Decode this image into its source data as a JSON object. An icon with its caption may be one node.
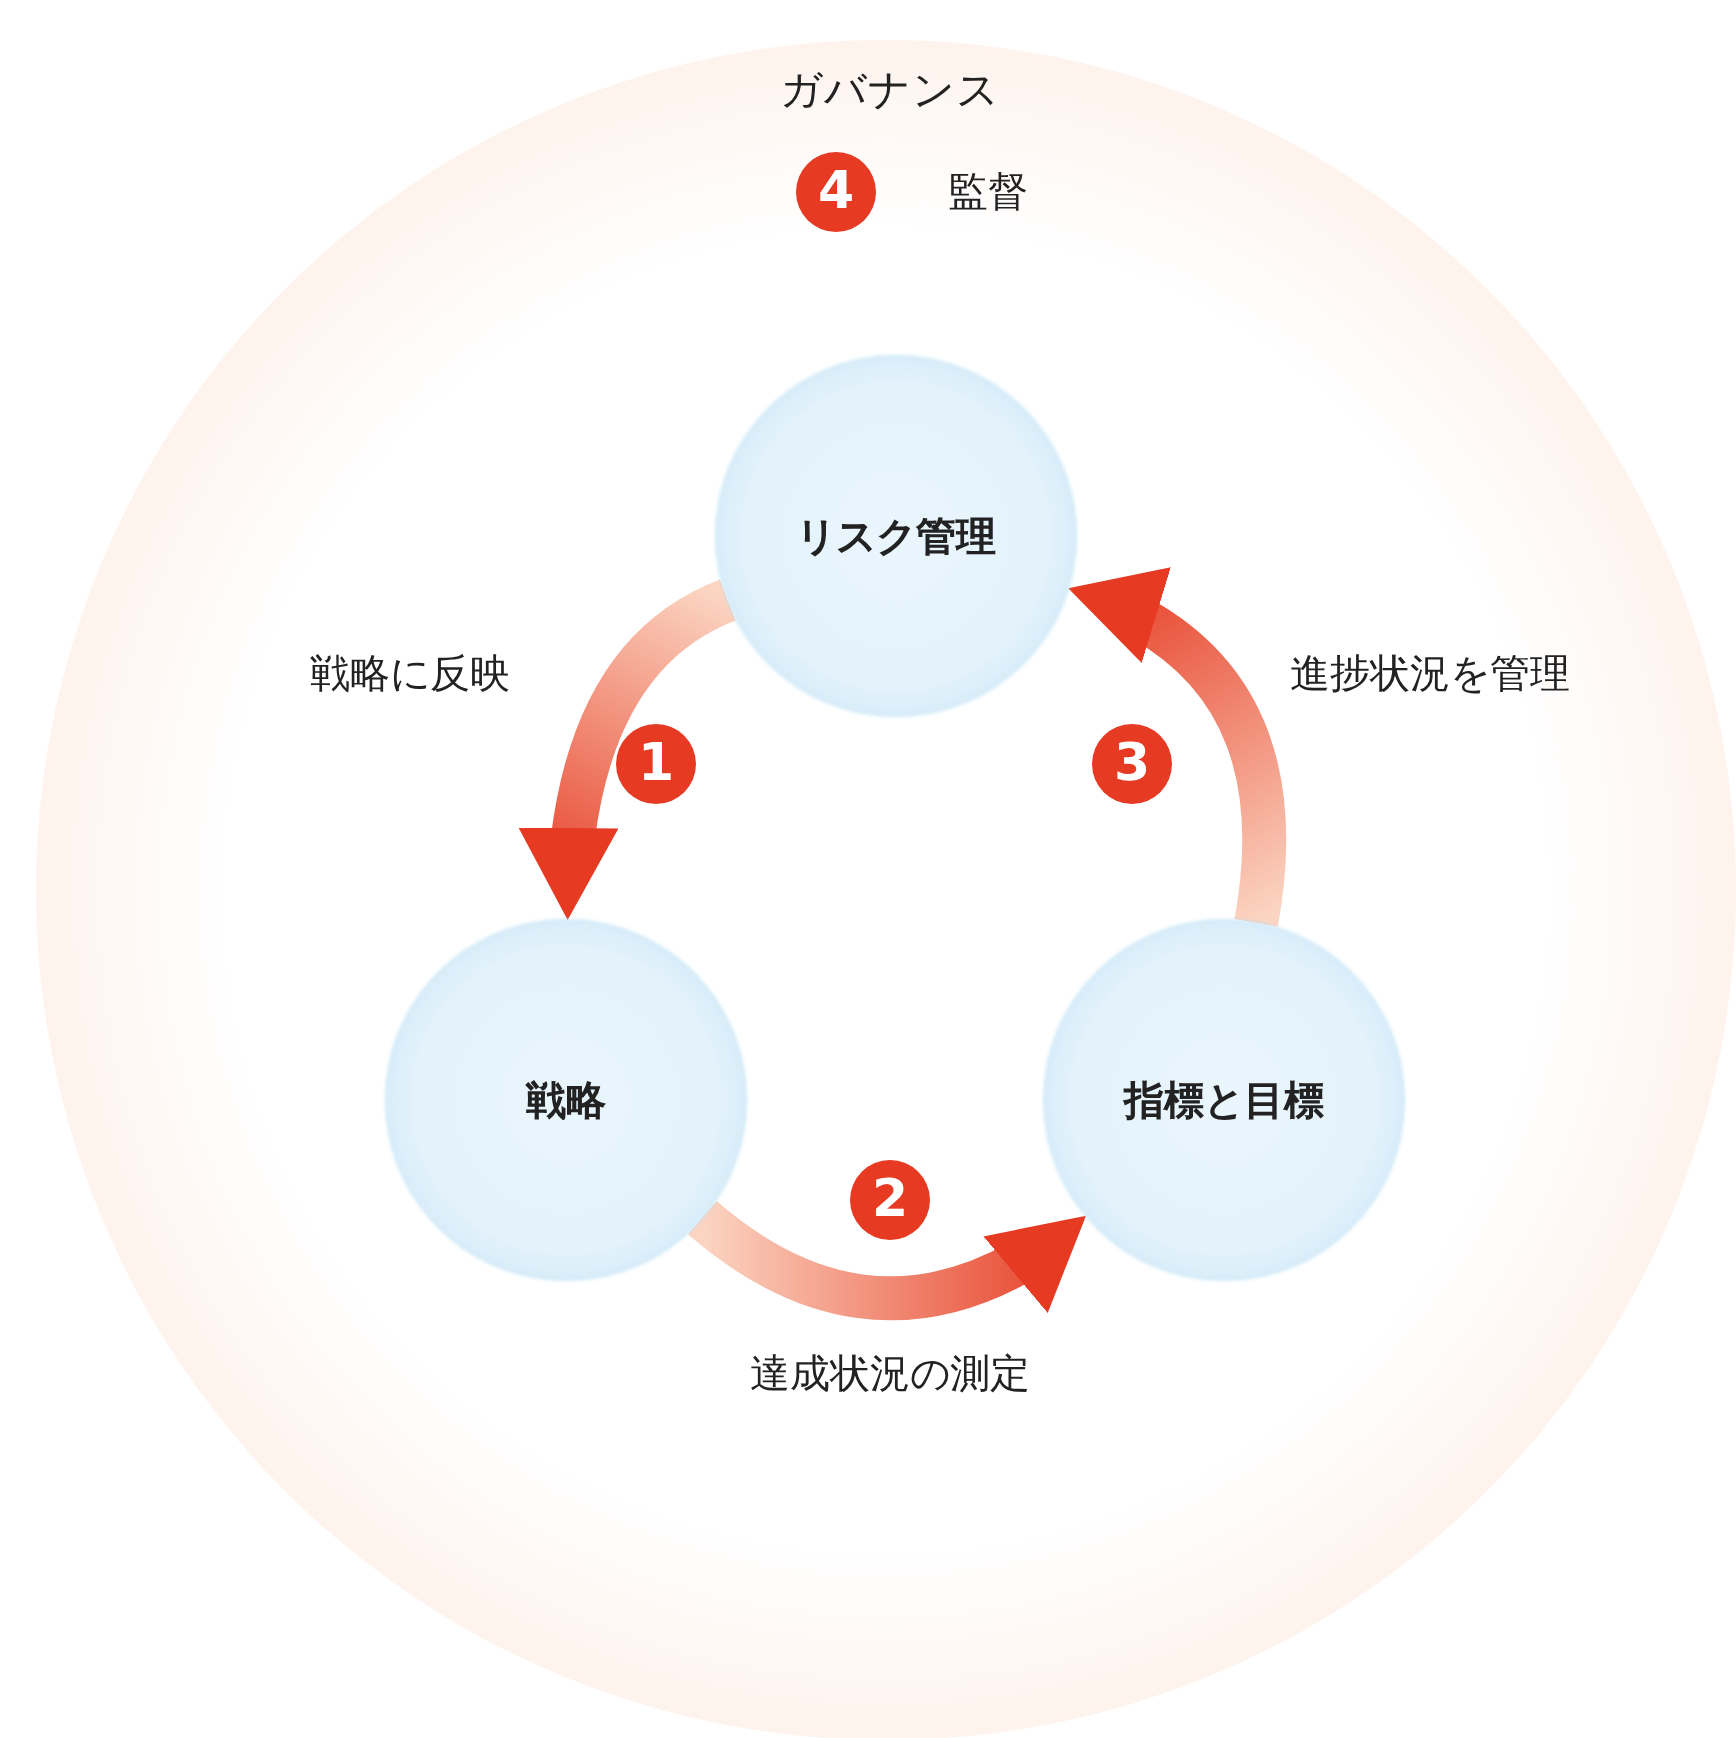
{
  "diagram": {
    "nodes": [
      {
        "text": [
          "ガバナンス",
          "監督"
        ]
      },
      {
        "text": [
          "リスク管理"
        ],
        "in": 0
      },
      {
        "text": [
          "戦略"
        ],
        "in": 0
      },
      {
        "text": [
          "指標と目標"
        ],
        "in": 0
      }
    ],
    "edges": [
      {
        "from": 1,
        "to": 2,
        "arrow": "to",
        "label": "戦略に反映"
      },
      {
        "from": 2,
        "to": 3,
        "arrow": "to",
        "label": "達成状況の測定"
      },
      {
        "from": 3,
        "to": 1,
        "arrow": "to",
        "label": "進捗状況を管理"
      }
    ],
    "labels": [
      "4",
      "1",
      "3",
      "2"
    ]
  }
}
